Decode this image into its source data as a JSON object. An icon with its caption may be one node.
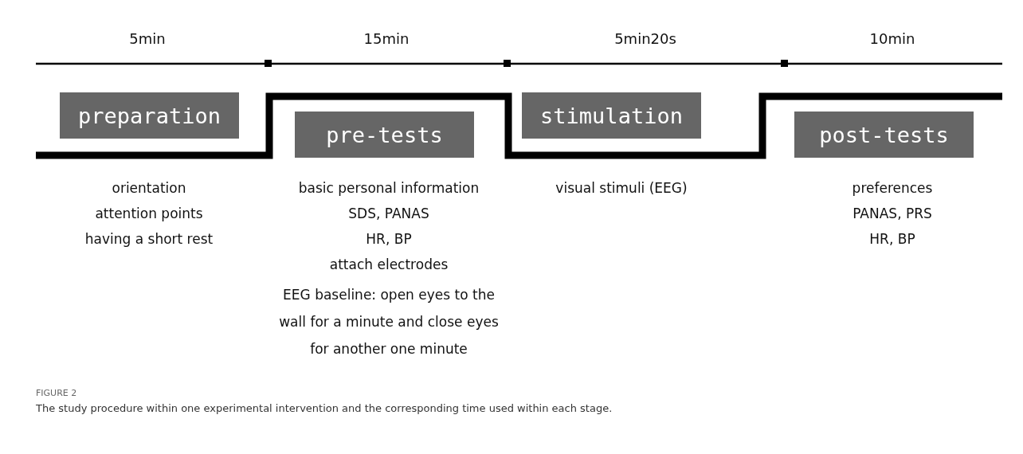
{
  "diagram": {
    "caption": "The study procedure within one experimental intervention and the corresponding time used within each stage.",
    "nodes": [
      {
        "text": [
          "preparation"
        ],
        "beside": [
          "orientation",
          "attention points",
          "having a short rest"
        ]
      },
      {
        "text": [
          "pre-tests"
        ],
        "beside": [
          "basic personal information",
          "SDS, PANAS",
          "HR, BP",
          "attach electrodes",
          "EEG baseline: open eyes to the wall for a minute and close eyes for another one minute"
        ]
      },
      {
        "text": [
          "stimulation"
        ],
        "beside": [
          "visual stimuli (EEG)"
        ]
      },
      {
        "text": [
          "post-tests"
        ],
        "beside": [
          "preferences",
          "PANAS, PRS",
          "HR, BP"
        ]
      }
    ],
    "edges": [],
    "labels": [
      "5min",
      "15min",
      "5min20s",
      "10min",
      "FIGURE 2"
    ]
  }
}
